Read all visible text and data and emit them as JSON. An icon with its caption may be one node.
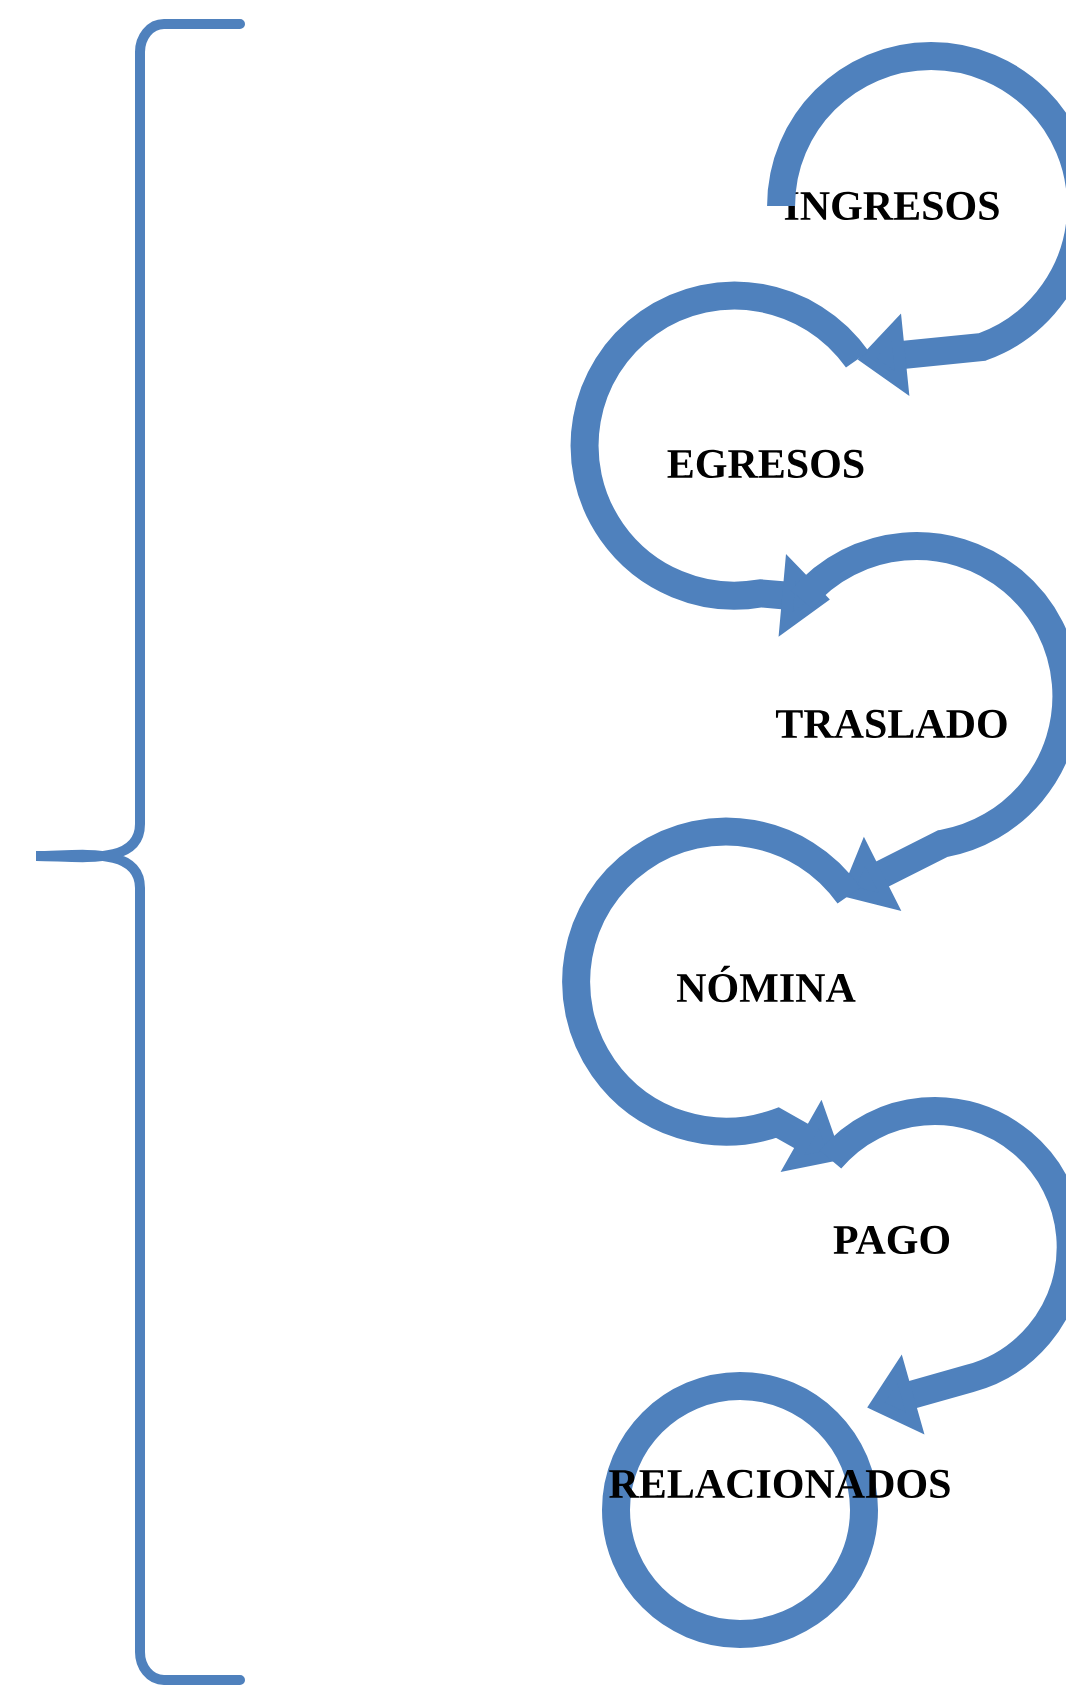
{
  "diagram": {
    "nodes": [
      {
        "text": [
          "INGRESOS"
        ]
      },
      {
        "text": [
          "EGRESOS"
        ]
      },
      {
        "text": [
          "TRASLADO"
        ]
      },
      {
        "text": [
          "NÓMINA"
        ]
      },
      {
        "text": [
          "PAGO"
        ]
      },
      {
        "text": [
          "RELACIONADOS"
        ]
      }
    ],
    "edges": [
      {
        "from": 0,
        "to": 1,
        "arrow": "to"
      },
      {
        "from": 1,
        "to": 2,
        "arrow": "to"
      },
      {
        "from": 2,
        "to": 3,
        "arrow": "to"
      },
      {
        "from": 3,
        "to": 4,
        "arrow": "to"
      },
      {
        "from": 4,
        "to": 5,
        "arrow": "to"
      }
    ]
  }
}
